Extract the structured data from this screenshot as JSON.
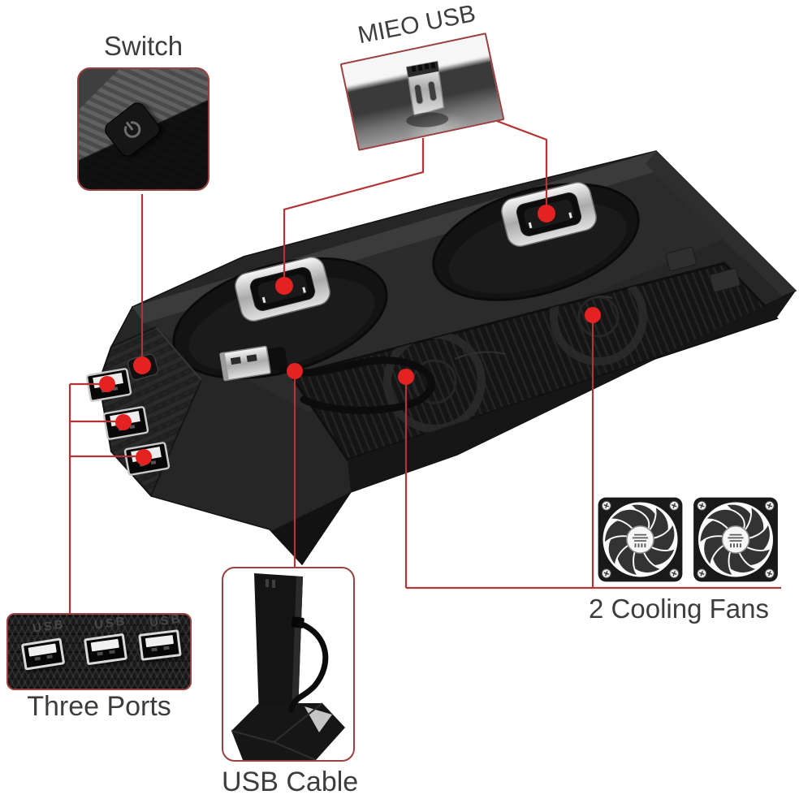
{
  "background": "#ffffff",
  "colors": {
    "leader_line": "#b23434",
    "marker_dot": "#e42222",
    "inset_border": "#99413f",
    "label_text": "#3d3d3d"
  },
  "callouts": {
    "switch": {
      "label": "Switch"
    },
    "mieo_usb": {
      "label": "MIEO USB"
    },
    "three_ports": {
      "label": "Three Ports",
      "port_count": 3,
      "port_embossed_label": "USB"
    },
    "usb_cable": {
      "label": "USB Cable"
    },
    "cooling_fans": {
      "label": "2 Cooling Fans",
      "fan_count": 2
    }
  }
}
